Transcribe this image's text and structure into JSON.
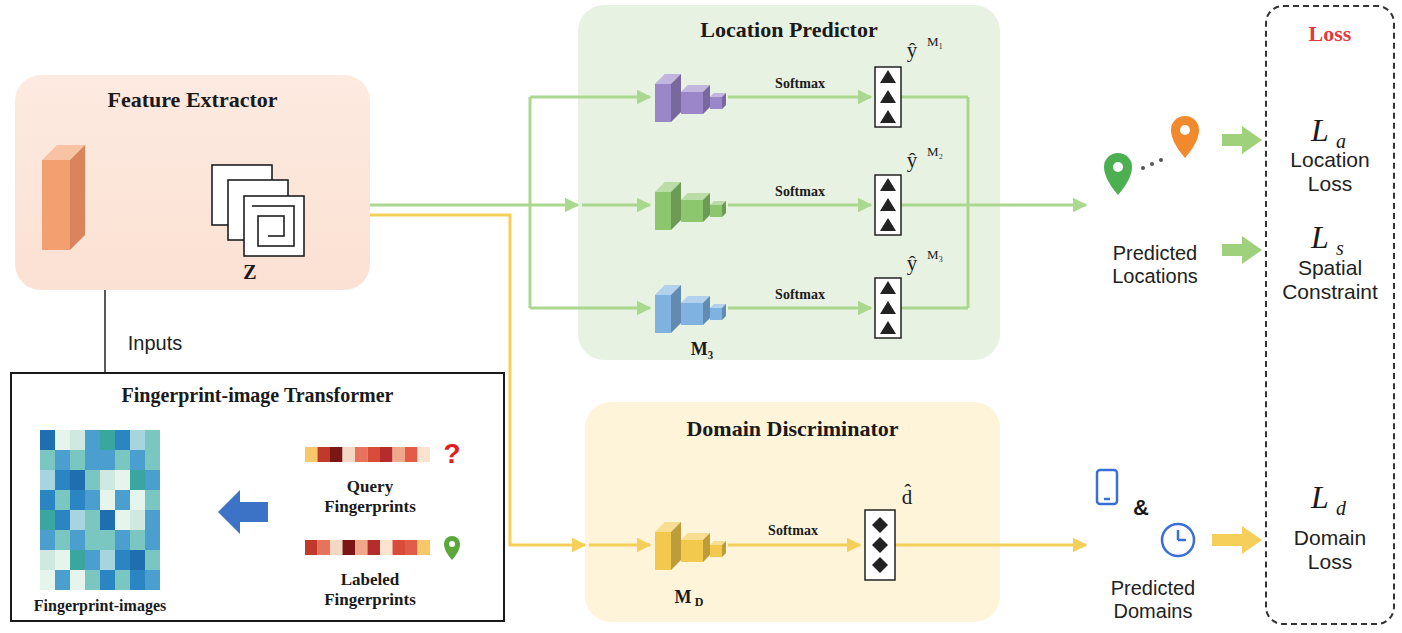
{
  "diagram": {
    "nodes": [
      {
        "text": [
          "Feature Extractor"
        ]
      },
      {
        "text": [
          "Location Predictor"
        ]
      },
      {
        "text": [
          "Domain Discriminator"
        ]
      },
      {
        "text": [
          "Fingerprint-image Transformer"
        ]
      },
      {
        "text": [
          "Loss"
        ]
      }
    ],
    "edges": [
      {
        "from": 0,
        "to": 1,
        "arrow": "to"
      },
      {
        "from": 0,
        "to": 2,
        "arrow": "to"
      },
      {
        "from": 3,
        "to": 0,
        "arrow": "none",
        "label": "Inputs"
      }
    ],
    "labels": [
      "Z",
      "ŷ",
      "M₁",
      "ŷ",
      "M₂",
      "ŷ",
      "M₃",
      "Softmax",
      "Softmax",
      "Softmax",
      "M₃",
      "Predicted Locations",
      "L",
      "a",
      "Location Loss",
      "L",
      "s",
      "Spatial Constraint",
      "Softmax",
      "d̂",
      "M",
      "D",
      "&",
      "Predicted Domains",
      "L",
      "d",
      "Domain Loss",
      "Query Fingerprints",
      "?",
      "Labeled Fingerprints",
      "Fingerprint-images"
    ]
  }
}
